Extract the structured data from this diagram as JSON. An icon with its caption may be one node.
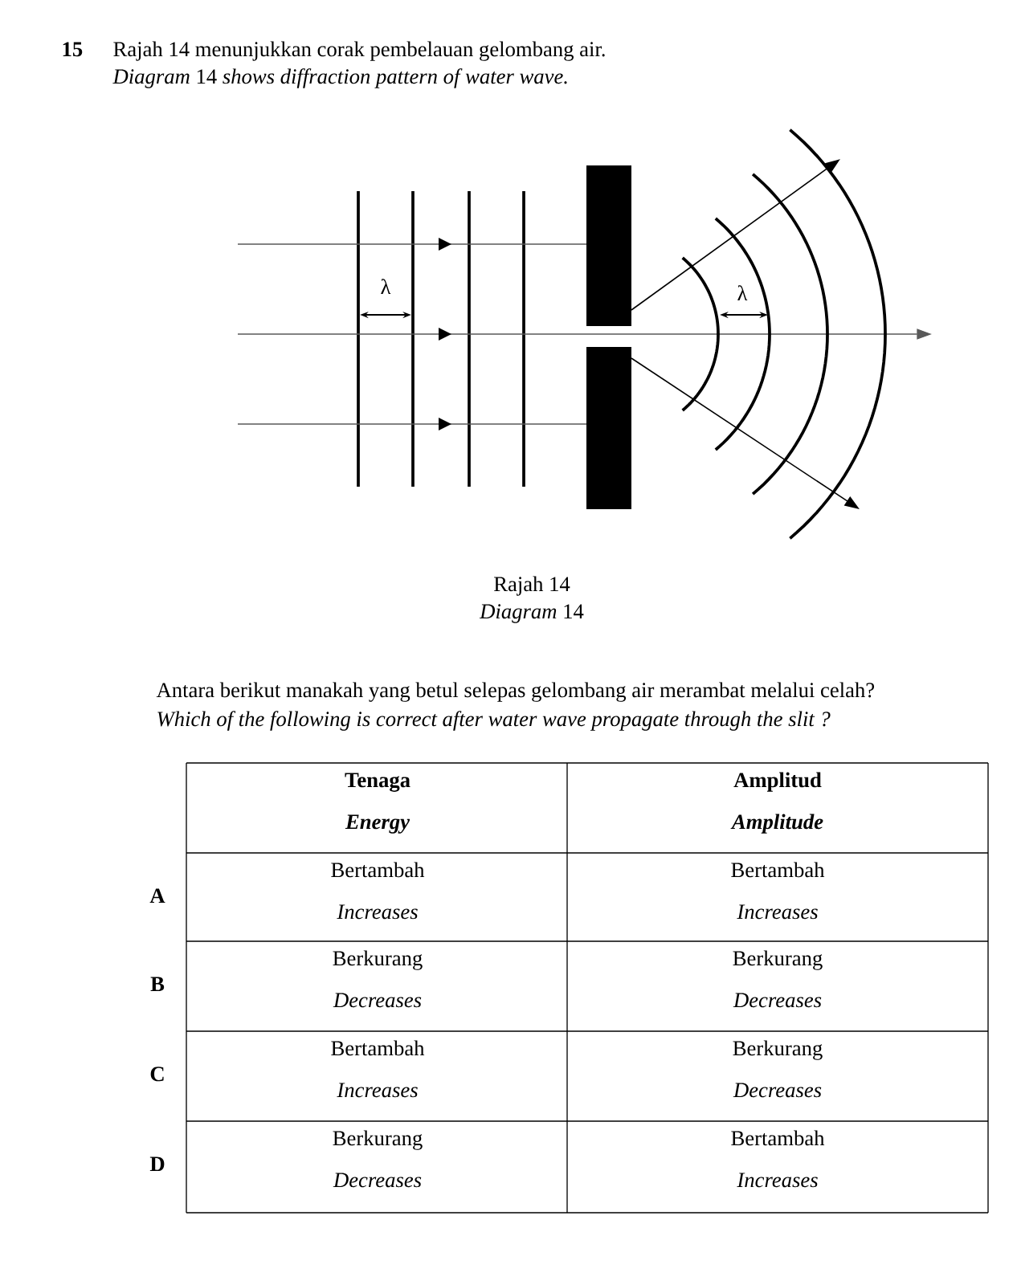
{
  "diagram": {
    "labels": [
      "15",
      "Rajah 14 menunjukkan corak pembelauan gelombang air.",
      "*Diagram* 14 *shows diffraction pattern of water wave.*",
      "λ",
      "λ",
      "Rajah 14",
      "*Diagram* 14",
      "Antara berikut manakah yang betul selepas gelombang air merambat melalui celah?",
      "Which of the following is correct after water wave propagate through the slit ?",
      "Tenaga",
      "Energy",
      "Amplitud",
      "Amplitude",
      "A",
      "Bertambah",
      "Increases",
      "Bertambah",
      "Increases",
      "B",
      "Berkurang",
      "Decreases",
      "Berkurang",
      "Decreases",
      "C",
      "Bertambah",
      "Increases",
      "Berkurang",
      "Decreases",
      "D",
      "Berkurang",
      "Decreases",
      "Bertambah",
      "Increases"
    ]
  }
}
